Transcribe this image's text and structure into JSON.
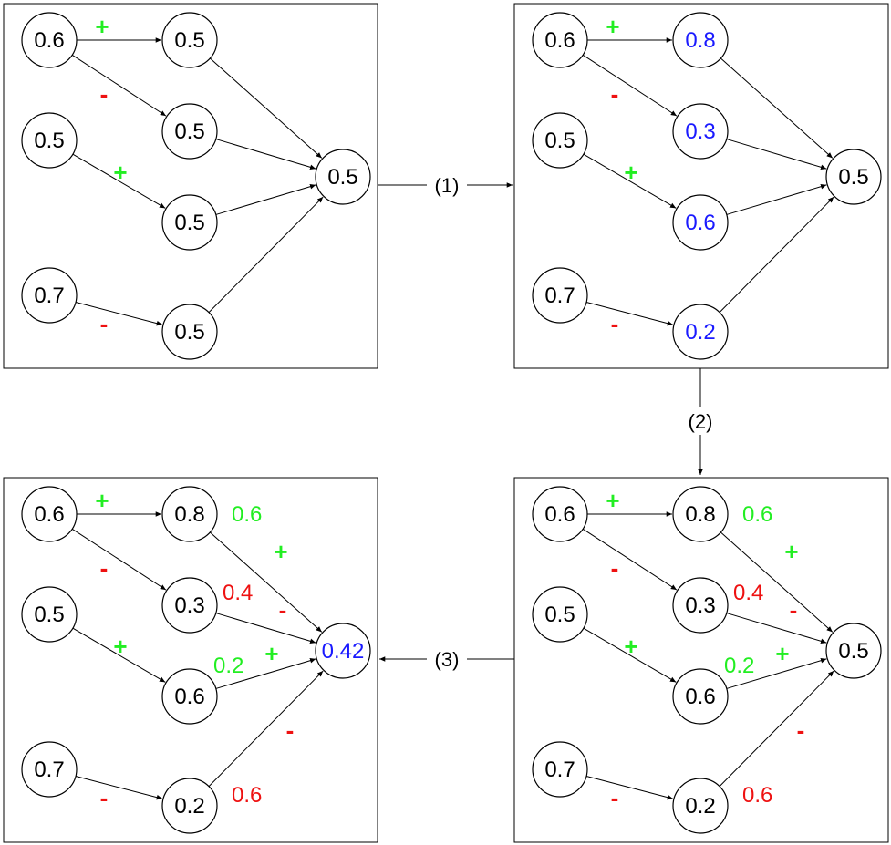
{
  "colors": {
    "black": "#000000",
    "changed": "#1a1aff",
    "positive": "#22ee22",
    "negative": "#ee1111"
  },
  "steps": [
    "(1)",
    "(2)",
    "(3)"
  ],
  "panels": [
    {
      "name": "panel-initial",
      "inputs": [
        "0.6",
        "0.5",
        "0.7"
      ],
      "hidden": [
        "0.5",
        "0.5",
        "0.5",
        "0.5"
      ],
      "hidden_changed": false,
      "output": "0.5",
      "output_changed": false,
      "input_signs": [
        "+",
        "-",
        "+",
        "-"
      ],
      "weights": null,
      "output_signs": null
    },
    {
      "name": "panel-hidden-updated",
      "inputs": [
        "0.6",
        "0.5",
        "0.7"
      ],
      "hidden": [
        "0.8",
        "0.3",
        "0.6",
        "0.2"
      ],
      "hidden_changed": true,
      "output": "0.5",
      "output_changed": false,
      "input_signs": [
        "+",
        "-",
        "+",
        "-"
      ],
      "weights": null,
      "output_signs": null
    },
    {
      "name": "panel-weights",
      "inputs": [
        "0.6",
        "0.5",
        "0.7"
      ],
      "hidden": [
        "0.8",
        "0.3",
        "0.6",
        "0.2"
      ],
      "hidden_changed": false,
      "output": "0.5",
      "output_changed": false,
      "input_signs": [
        "+",
        "-",
        "+",
        "-"
      ],
      "weights": [
        "0.6",
        "0.4",
        "0.2",
        "0.6"
      ],
      "output_signs": [
        "+",
        "-",
        "+",
        "-"
      ]
    },
    {
      "name": "panel-output-updated",
      "inputs": [
        "0.6",
        "0.5",
        "0.7"
      ],
      "hidden": [
        "0.8",
        "0.3",
        "0.6",
        "0.2"
      ],
      "hidden_changed": false,
      "output": "0.42",
      "output_changed": true,
      "input_signs": [
        "+",
        "-",
        "+",
        "-"
      ],
      "weights": [
        "0.6",
        "0.4",
        "0.2",
        "0.6"
      ],
      "output_signs": [
        "+",
        "-",
        "+",
        "-"
      ]
    }
  ]
}
